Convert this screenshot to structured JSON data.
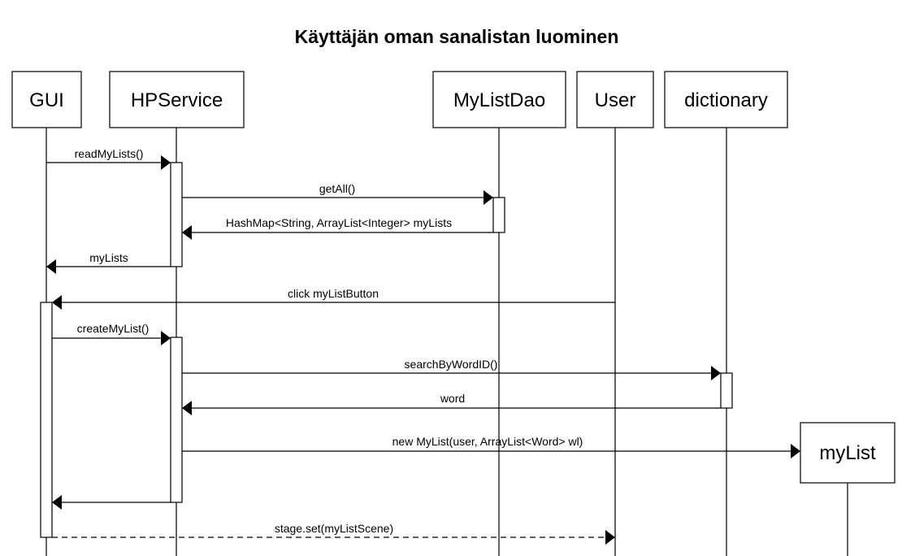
{
  "title": "Käyttäjän oman sanalistan luominen",
  "participants": [
    {
      "id": "gui",
      "label": "GUI"
    },
    {
      "id": "hpservice",
      "label": "HPService"
    },
    {
      "id": "mylistdao",
      "label": "MyListDao"
    },
    {
      "id": "user",
      "label": "User"
    },
    {
      "id": "dictionary",
      "label": "dictionary"
    },
    {
      "id": "mylist",
      "label": "myList"
    }
  ],
  "messages": [
    {
      "from": "gui",
      "to": "hpservice",
      "label": "readMyLists()",
      "style": "solid"
    },
    {
      "from": "hpservice",
      "to": "mylistdao",
      "label": "getAll()",
      "style": "solid"
    },
    {
      "from": "mylistdao",
      "to": "hpservice",
      "label": "HashMap<String, ArrayList<Integer> myLists",
      "style": "solid"
    },
    {
      "from": "hpservice",
      "to": "gui",
      "label": "myLists",
      "style": "solid"
    },
    {
      "from": "user",
      "to": "gui",
      "label": "click myListButton",
      "style": "solid"
    },
    {
      "from": "gui",
      "to": "hpservice",
      "label": "createMyList()",
      "style": "solid"
    },
    {
      "from": "hpservice",
      "to": "dictionary",
      "label": "searchByWordID()",
      "style": "solid"
    },
    {
      "from": "dictionary",
      "to": "hpservice",
      "label": "word",
      "style": "solid"
    },
    {
      "from": "hpservice",
      "to": "mylist",
      "label": "new MyList(user, ArrayList<Word> wl)",
      "style": "solid"
    },
    {
      "from": "hpservice",
      "to": "gui",
      "label": "",
      "style": "solid"
    },
    {
      "from": "gui",
      "to": "user",
      "label": "stage.set(myListScene)",
      "style": "dashed"
    }
  ]
}
